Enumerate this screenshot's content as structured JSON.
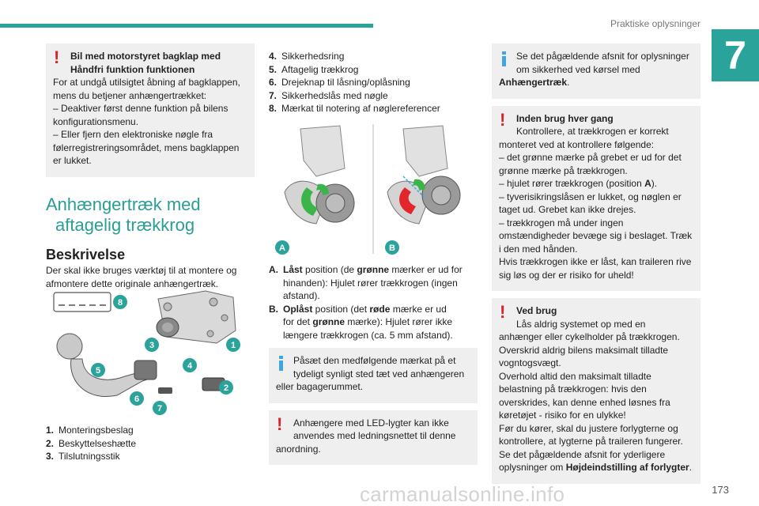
{
  "header": {
    "section_title": "Praktiske oplysninger",
    "chapter": "7",
    "page": "173"
  },
  "watermark": "carmanualsonline.info",
  "col1": {
    "warning_box": {
      "title_l1": "Bil med motorstyret bagklap med",
      "title_l2": "Håndfri funktion funktionen",
      "lines": [
        "For at undgå utilsigtet åbning af bagklappen,",
        "mens du betjener anhængertrækket:",
        "– Deaktiver først denne funktion på bilens",
        "konfigurationsmenu.",
        "– Eller fjern den elektroniske nøgle fra",
        "følerregistreringsområdet, mens bagklappen",
        "er lukket."
      ]
    },
    "heading_l1": "Anhængertræk med",
    "heading_l2": "aftagelig trækkrog",
    "subheading": "Beskrivelse",
    "intro_l1": "Der skal ikke bruges værktøj til at montere og",
    "intro_l2": "afmontere dette originale anhængertræk.",
    "figure_markers": [
      "8",
      "3",
      "1",
      "4",
      "5",
      "2",
      "6",
      "7"
    ],
    "items": [
      {
        "num": "1.",
        "label": "Monteringsbeslag"
      },
      {
        "num": "2.",
        "label": "Beskyttelseshætte"
      },
      {
        "num": "3.",
        "label": "Tilslutningsstik"
      }
    ]
  },
  "col2": {
    "items": [
      {
        "num": "4.",
        "label": "Sikkerhedsring"
      },
      {
        "num": "5.",
        "label": "Aftagelig trækkrog"
      },
      {
        "num": "6.",
        "label": "Drejeknap til låsning/oplåsning"
      },
      {
        "num": "7.",
        "label": "Sikkerhedslås med nøgle"
      },
      {
        "num": "8.",
        "label": "Mærkat til notering af nøglereferencer"
      }
    ],
    "figure_markers": [
      "A",
      "B"
    ],
    "legend": {
      "a_key": "A.",
      "a_bold": "Låst",
      "a_t1": " position (de ",
      "a_green": "grønne",
      "a_t2": " mærker er ud for",
      "a_l2": "hinanden): Hjulet rører trækkrogen (ingen",
      "a_l3": "afstand).",
      "b_key": "B.",
      "b_bold": "Oplåst",
      "b_t1": " position (det ",
      "b_red": "røde",
      "b_t2": " mærke er ud",
      "b_l2a": "for det ",
      "b_l2green": "grønne",
      "b_l2b": " mærke): Hjulet rører ikke",
      "b_l3": "længere trækkrogen (ca. 5 mm afstand)."
    },
    "info_box": {
      "l1": "Påsæt den medfølgende mærkat på et",
      "l2": "tydeligt synligt sted tæt ved anhængeren",
      "l3": "eller bagagerummet."
    },
    "warn_box": {
      "l1": "Anhængere med LED-lygter kan ikke",
      "l2": "anvendes med ledningsnettet til denne",
      "l3": "anordning."
    }
  },
  "col3": {
    "info_box": {
      "l1": "Se det pågældende afsnit for oplysninger",
      "l2": "om sikkerhed ved kørsel med",
      "l3": "Anhængertræk",
      "l3_end": "."
    },
    "warn1": {
      "title": "Inden brug hver gang",
      "l1": "Kontrollere, at trækkrogen er korrekt",
      "l2": "monteret ved at kontrollere følgende:",
      "l3": "– det grønne mærke på grebet er ud for det",
      "l4": "grønne mærke på trækkrogen.",
      "l5a": "– hjulet rører trækkrogen (position ",
      "l5b": "A",
      "l5c": ").",
      "l6": "– tyverisikringslåsen er lukket, og nøglen er",
      "l7": "taget ud. Grebet kan ikke drejes.",
      "l8": "– trækkrogen må under ingen",
      "l9": "omstændigheder bevæge sig i beslaget. Træk",
      "l10": "i den med hånden.",
      "l11": "Hvis trækkrogen ikke er låst, kan traileren rive",
      "l12": "sig løs og der er risiko for uheld!"
    },
    "warn2": {
      "title": "Ved brug",
      "l1": "Lås aldrig systemet op med en",
      "l2": "anhænger eller cykelholder på trækkrogen.",
      "l3": "Overskrid aldrig bilens maksimalt tilladte",
      "l4": "vogntogsvægt.",
      "l5": "Overhold altid den maksimalt tilladte",
      "l6": "belastning på trækkrogen: hvis den",
      "l7": "overskrides, kan denne enhed løsnes fra",
      "l8": "køretøjet - risiko for en ulykke!",
      "l9": "Før du kører, skal du justere forlygterne og",
      "l10": "kontrollere, at lygterne på traileren fungerer.",
      "l11": "Se det pågældende afsnit for yderligere",
      "l12a": "oplysninger om ",
      "l12b": "Højdeindstilling af forlygter",
      "l12c": "."
    }
  },
  "colors": {
    "teal": "#2aa39b",
    "warning_red": "#d8232a",
    "info_blue": "#3fa7e0",
    "box_grey": "#efefef",
    "green_mark": "#3bb54a",
    "red_mark": "#e3262c"
  }
}
